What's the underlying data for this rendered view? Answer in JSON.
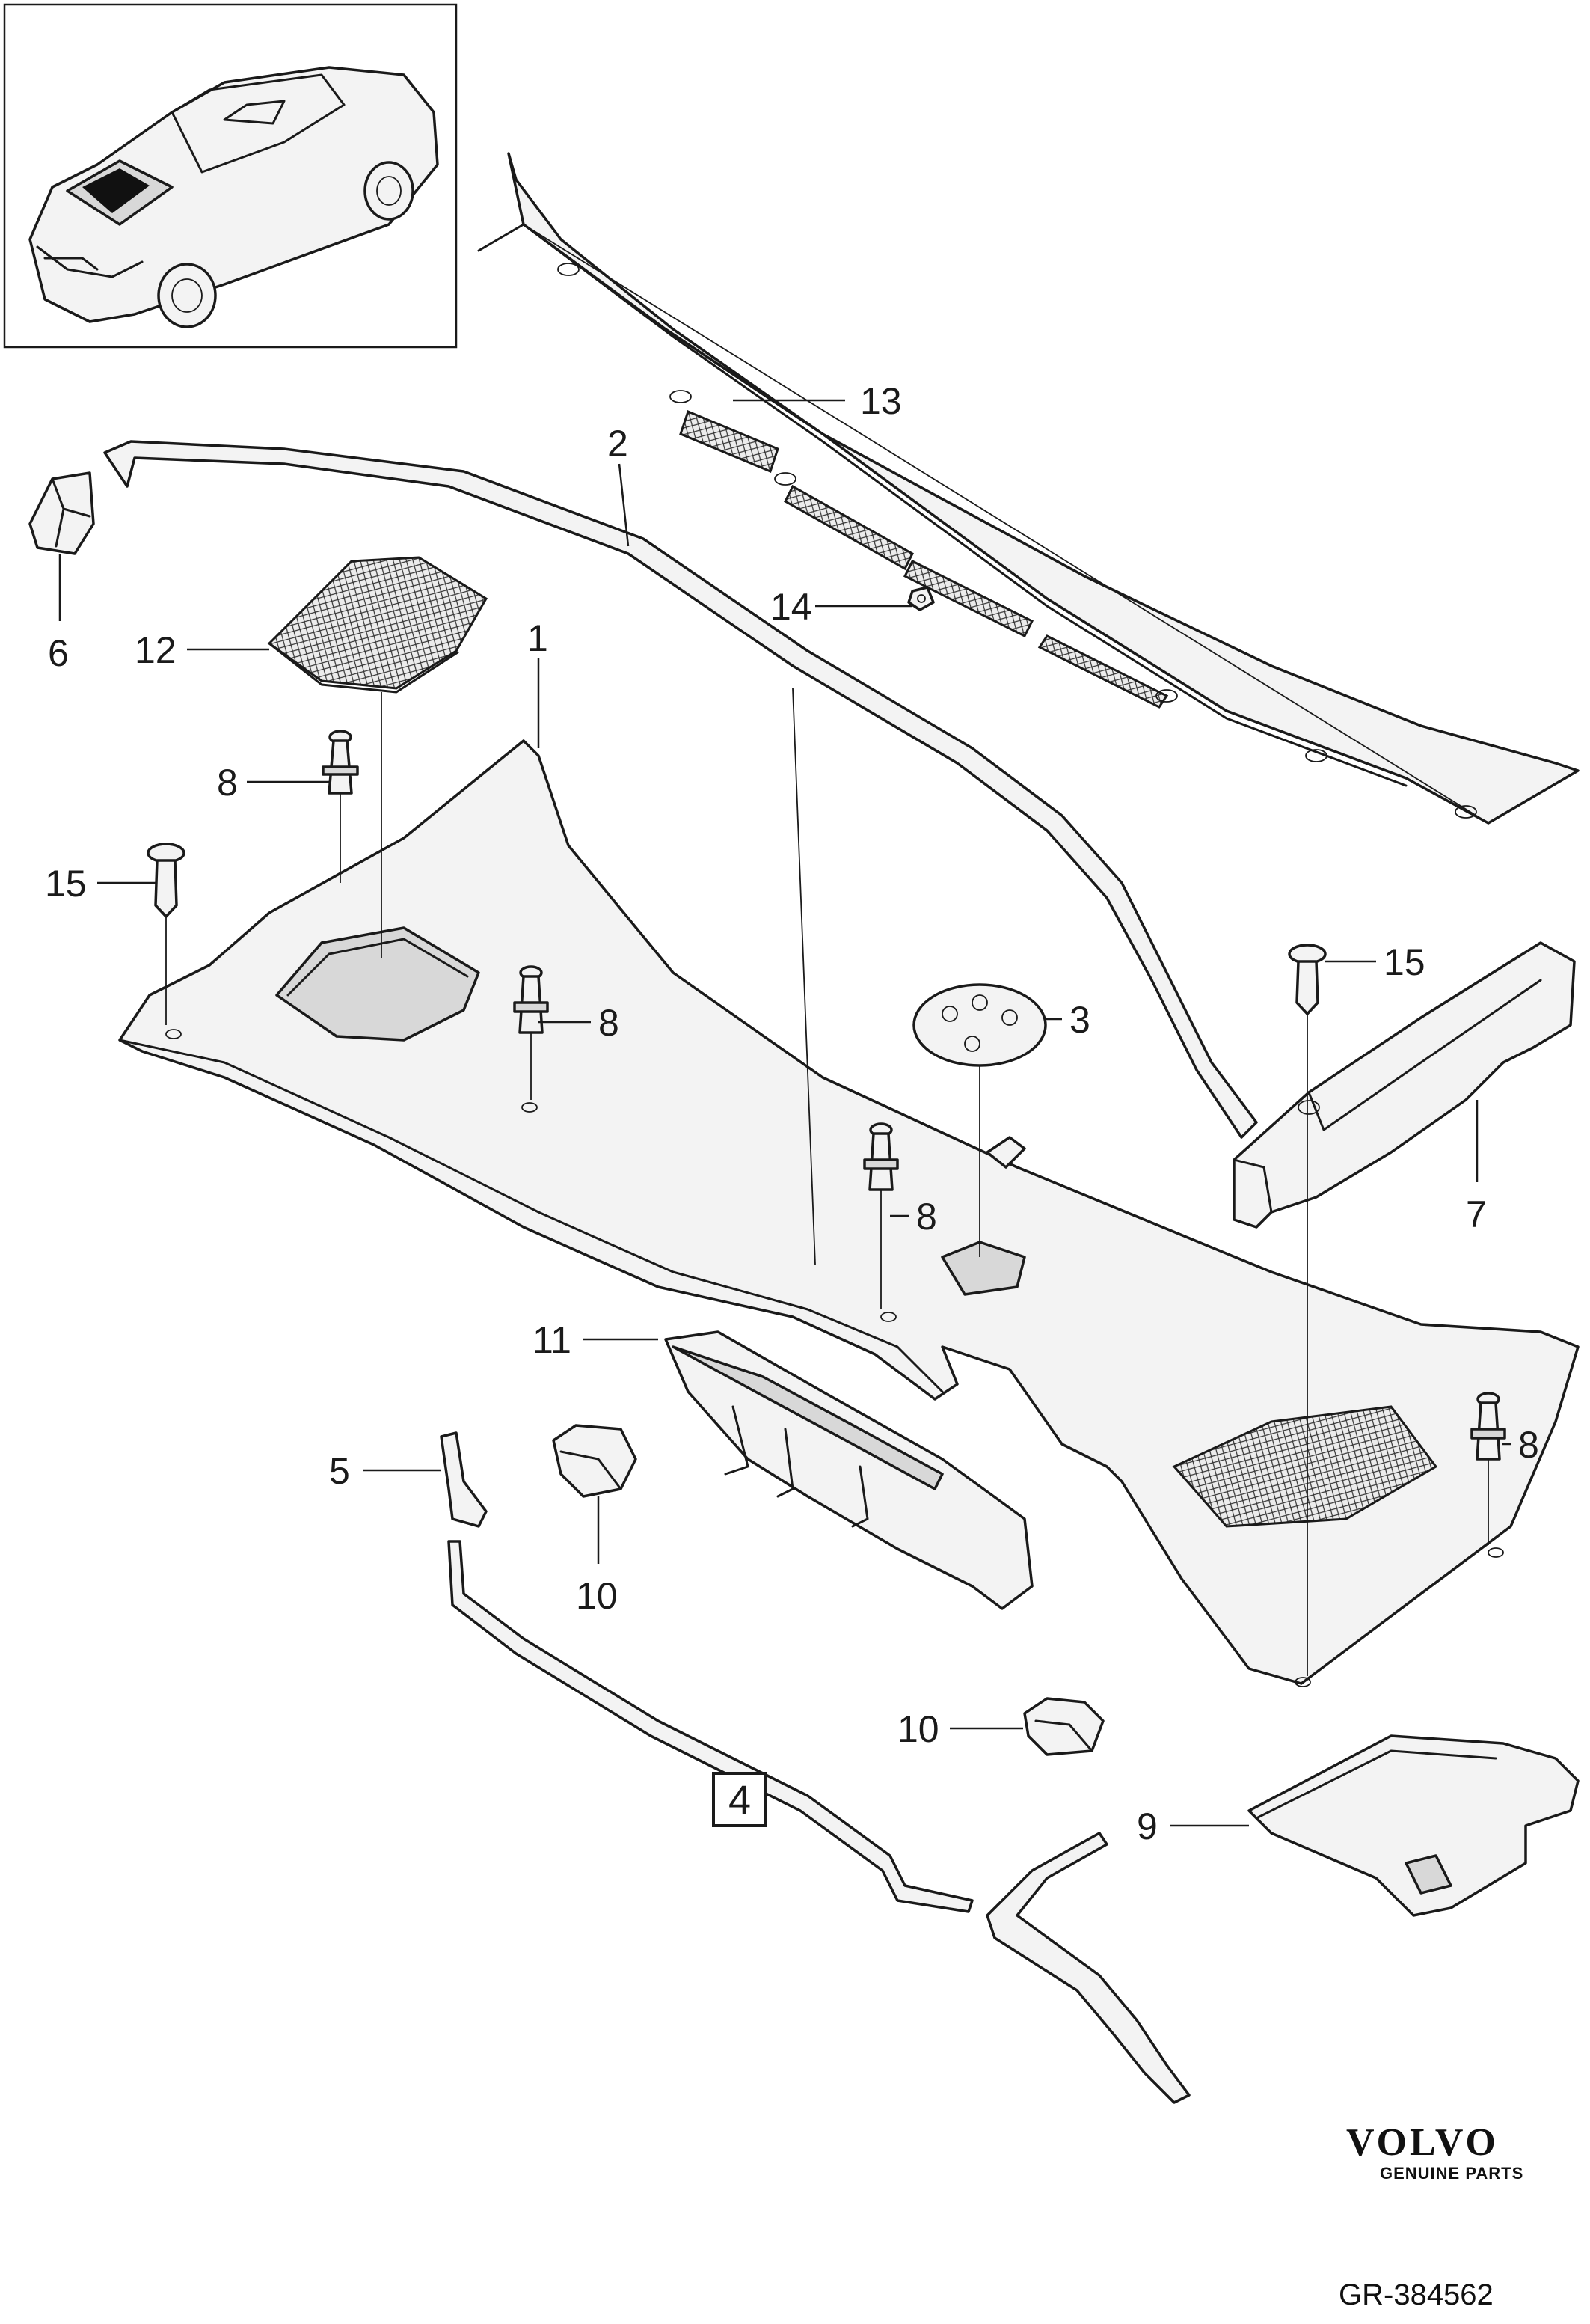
{
  "callouts": {
    "c1": "1",
    "c2": "2",
    "c3": "3",
    "c4": "4",
    "c5": "5",
    "c6": "6",
    "c7": "7",
    "c8a": "8",
    "c8b": "8",
    "c8c": "8",
    "c8d": "8",
    "c9": "9",
    "c10a": "10",
    "c10b": "10",
    "c11": "11",
    "c12": "12",
    "c13": "13",
    "c14": "14",
    "c15a": "15",
    "c15b": "15"
  },
  "brand": {
    "name": "VOLVO",
    "tagline": "GENUINE PARTS",
    "reference": "GR-384562"
  },
  "colors": {
    "line": "#1a1a1a",
    "fill": "#f3f3f3",
    "background": "#ffffff"
  }
}
